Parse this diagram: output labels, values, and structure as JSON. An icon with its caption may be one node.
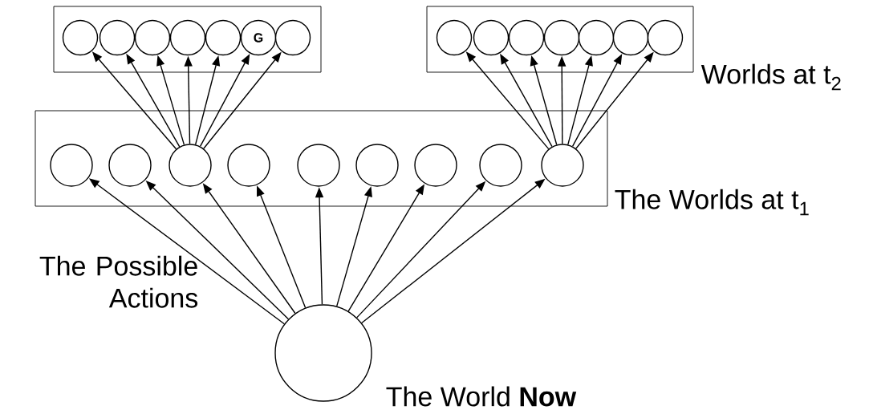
{
  "diagram": {
    "nodes": [
      {
        "text": [],
        "shape": "box"
      },
      {
        "text": [],
        "shape": "circle",
        "in": 0
      },
      {
        "text": [],
        "shape": "circle",
        "in": 0
      },
      {
        "text": [],
        "shape": "circle",
        "in": 0
      },
      {
        "text": [],
        "shape": "circle",
        "in": 0
      },
      {
        "text": [],
        "shape": "circle",
        "in": 0
      },
      {
        "text": [
          "G"
        ],
        "in": 0
      },
      {
        "text": [],
        "shape": "circle",
        "in": 0
      },
      {
        "text": [
          "Worlds at t$_{2}$"
        ]
      },
      {
        "text": [],
        "shape": "circle",
        "in": 8
      },
      {
        "text": [],
        "shape": "circle",
        "in": 8
      },
      {
        "text": [],
        "shape": "circle",
        "in": 8
      },
      {
        "text": [],
        "shape": "circle",
        "in": 8
      },
      {
        "text": [],
        "shape": "circle",
        "in": 8
      },
      {
        "text": [],
        "shape": "circle",
        "in": 8
      },
      {
        "text": [],
        "shape": "circle",
        "in": 8
      },
      {
        "text": [
          "The Worlds at t$_{1}$"
        ]
      },
      {
        "text": [],
        "shape": "circle",
        "in": 16
      },
      {
        "text": [],
        "shape": "circle",
        "in": 16
      },
      {
        "text": [],
        "shape": "circle",
        "in": 16
      },
      {
        "text": [],
        "shape": "circle",
        "in": 16
      },
      {
        "text": [],
        "shape": "circle",
        "in": 16
      },
      {
        "text": [],
        "shape": "circle",
        "in": 16
      },
      {
        "text": [],
        "shape": "circle",
        "in": 16
      },
      {
        "text": [],
        "shape": "circle",
        "in": 16
      },
      {
        "text": [],
        "shape": "circle",
        "in": 16
      },
      {
        "text": [],
        "shape": "circle",
        "beside": [
          "The World **Now**"
        ]
      }
    ],
    "edges": [
      {
        "from": 26,
        "to": 17,
        "arrow": "to"
      },
      {
        "from": 26,
        "to": 18,
        "arrow": "to"
      },
      {
        "from": 26,
        "to": 19,
        "arrow": "to"
      },
      {
        "from": 26,
        "to": 20,
        "arrow": "to"
      },
      {
        "from": 26,
        "to": 21,
        "arrow": "to"
      },
      {
        "from": 26,
        "to": 22,
        "arrow": "to"
      },
      {
        "from": 26,
        "to": 23,
        "arrow": "to"
      },
      {
        "from": 26,
        "to": 24,
        "arrow": "to"
      },
      {
        "from": 26,
        "to": 25,
        "arrow": "to"
      },
      {
        "from": 19,
        "to": 1,
        "arrow": "to"
      },
      {
        "from": 19,
        "to": 2,
        "arrow": "to"
      },
      {
        "from": 19,
        "to": 3,
        "arrow": "to"
      },
      {
        "from": 19,
        "to": 4,
        "arrow": "to"
      },
      {
        "from": 19,
        "to": 5,
        "arrow": "to"
      },
      {
        "from": 19,
        "to": 6,
        "arrow": "to"
      },
      {
        "from": 19,
        "to": 7,
        "arrow": "to"
      },
      {
        "from": 25,
        "to": 9,
        "arrow": "to"
      },
      {
        "from": 25,
        "to": 10,
        "arrow": "to"
      },
      {
        "from": 25,
        "to": 11,
        "arrow": "to"
      },
      {
        "from": 25,
        "to": 12,
        "arrow": "to"
      },
      {
        "from": 25,
        "to": 13,
        "arrow": "to"
      },
      {
        "from": 25,
        "to": 14,
        "arrow": "to"
      },
      {
        "from": 25,
        "to": 15,
        "arrow": "to"
      }
    ],
    "labels": [
      "The Possible Actions"
    ]
  }
}
